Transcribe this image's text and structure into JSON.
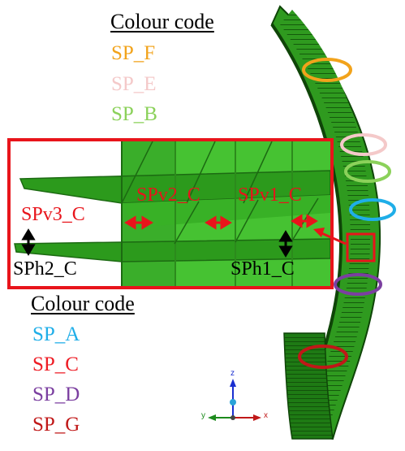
{
  "legend_top": {
    "title": "Colour code",
    "items": [
      {
        "label": "SP_F",
        "color": "#f2a31b"
      },
      {
        "label": "SP_E",
        "color": "#f4c9c9"
      },
      {
        "label": "SP_B",
        "color": "#8bd15a"
      }
    ]
  },
  "legend_bottom": {
    "title": "Colour code",
    "items": [
      {
        "label": "SP_A",
        "color": "#1faee8"
      },
      {
        "label": "SP_C",
        "color": "#ee1c24"
      },
      {
        "label": "SP_D",
        "color": "#7b3fa0"
      },
      {
        "label": "SP_G",
        "color": "#c01818"
      }
    ]
  },
  "detail_labels": {
    "sp_v1": "SPv1_C",
    "sp_v2": "SPv2_C",
    "sp_v3": "SPv3_C",
    "sp_h1": "SPh1_C",
    "sp_h2": "SPh2_C"
  },
  "axes": {
    "z": "z",
    "x": "x",
    "y": "y"
  },
  "colors": {
    "structure_green": "#2f9a1f",
    "dark_green": "#1c6a12",
    "light_green": "#4cc93a",
    "highlight_red": "#e8141b"
  }
}
